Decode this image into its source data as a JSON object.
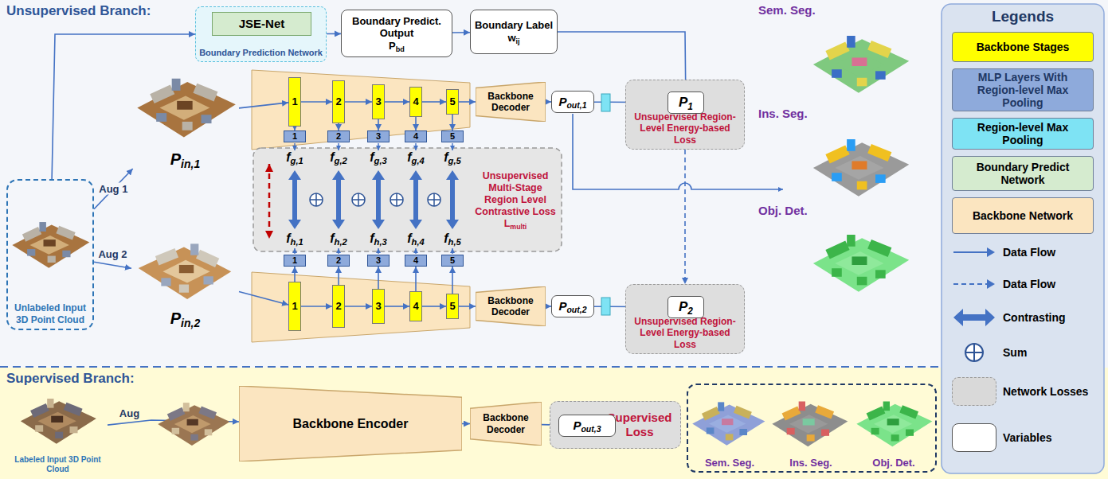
{
  "diagram": {
    "nodes": [
      {
        "text": [
          "Unlabeled Input 3D Point Cloud"
        ]
      },
      {
        "text": [
          "Boundary Prediction Network"
        ]
      },
      {
        "text": [
          "JSE-Net"
        ],
        "in": 1
      },
      {
        "text": [
          "Boundary Predict. Output",
          "Pbd"
        ]
      },
      {
        "text": [
          "Boundary Label",
          "wij"
        ]
      },
      {
        "text": [
          "Pin,1"
        ]
      },
      {
        "text": [
          "Pin,2"
        ]
      },
      {
        "text": [
          "1"
        ]
      },
      {
        "text": [
          "2"
        ]
      },
      {
        "text": [
          "3"
        ]
      },
      {
        "text": [
          "4"
        ]
      },
      {
        "text": [
          "5"
        ]
      },
      {
        "text": [
          "1"
        ]
      },
      {
        "text": [
          "2"
        ]
      },
      {
        "text": [
          "3"
        ]
      },
      {
        "text": [
          "4"
        ]
      },
      {
        "text": [
          "5"
        ]
      },
      {
        "text": [
          "Unsupervised Multi-Stage Region Level Contrastive Loss Lmulti"
        ]
      },
      {
        "text": [
          "1"
        ]
      },
      {
        "text": [
          "2"
        ]
      },
      {
        "text": [
          "3"
        ]
      },
      {
        "text": [
          "4"
        ]
      },
      {
        "text": [
          "5"
        ]
      },
      {
        "text": [
          "1"
        ]
      },
      {
        "text": [
          "2"
        ]
      },
      {
        "text": [
          "3"
        ]
      },
      {
        "text": [
          "4"
        ]
      },
      {
        "text": [
          "5"
        ]
      },
      {
        "text": [
          "Backbone Decoder"
        ]
      },
      {
        "text": [
          "Pout,1"
        ]
      },
      {
        "text": [
          "Unsupervised Region-Level Energy-based Loss"
        ]
      },
      {
        "text": [
          "P1"
        ],
        "in": 30
      },
      {
        "text": [
          "Backbone Decoder"
        ]
      },
      {
        "text": [
          "Pout,2"
        ]
      },
      {
        "text": [
          "Unsupervised Region-Level Energy-based Loss"
        ]
      },
      {
        "text": [
          "P2"
        ],
        "in": 34
      },
      {
        "text": [
          "Labeled Input 3D Point Cloud"
        ]
      },
      {
        "text": [
          "Backbone Encoder"
        ]
      },
      {
        "text": [
          "Backbone Decoder"
        ]
      },
      {
        "text": [
          "Supervised Loss"
        ]
      },
      {
        "text": [
          "Pout,3"
        ],
        "in": 39
      },
      {
        "text": [
          "Sem. Seg.",
          "Ins. Seg.",
          "Obj. Det."
        ]
      }
    ],
    "edges": [
      {
        "from": 0,
        "to": 1,
        "arrow": "to"
      },
      {
        "from": 1,
        "to": 3,
        "arrow": "to"
      },
      {
        "from": 3,
        "to": 4,
        "arrow": "to"
      },
      {
        "from": 4,
        "to": 31,
        "arrow": "to"
      },
      {
        "from": 0,
        "to": 5,
        "label": "Aug 1",
        "arrow": "to"
      },
      {
        "from": 0,
        "to": 6,
        "label": "Aug 2",
        "arrow": "to"
      },
      {
        "from": 5,
        "to": 7,
        "arrow": "to"
      },
      {
        "from": 7,
        "to": 8,
        "arrow": "to"
      },
      {
        "from": 8,
        "to": 9,
        "arrow": "to"
      },
      {
        "from": 9,
        "to": 10,
        "arrow": "to"
      },
      {
        "from": 10,
        "to": 11,
        "arrow": "to"
      },
      {
        "from": 7,
        "to": 12,
        "arrow": "to"
      },
      {
        "from": 8,
        "to": 13,
        "arrow": "to"
      },
      {
        "from": 9,
        "to": 14,
        "arrow": "to"
      },
      {
        "from": 10,
        "to": 15,
        "arrow": "to"
      },
      {
        "from": 11,
        "to": 16,
        "arrow": "to"
      },
      {
        "from": 11,
        "to": 28,
        "arrow": "to"
      },
      {
        "from": 28,
        "to": 29,
        "arrow": "to"
      },
      {
        "from": 29,
        "to": 31,
        "arrow": "to"
      },
      {
        "from": 30,
        "to": 34,
        "arrow": "to"
      },
      {
        "from": 6,
        "to": 23,
        "arrow": "to"
      },
      {
        "from": 23,
        "to": 24,
        "arrow": "to"
      },
      {
        "from": 24,
        "to": 25,
        "arrow": "to"
      },
      {
        "from": 25,
        "to": 26,
        "arrow": "to"
      },
      {
        "from": 26,
        "to": 27,
        "arrow": "to"
      },
      {
        "from": 23,
        "to": 18,
        "arrow": "to"
      },
      {
        "from": 24,
        "to": 19,
        "arrow": "to"
      },
      {
        "from": 25,
        "to": 20,
        "arrow": "to"
      },
      {
        "from": 26,
        "to": 21,
        "arrow": "to"
      },
      {
        "from": 27,
        "to": 22,
        "arrow": "to"
      },
      {
        "from": 27,
        "to": 32,
        "arrow": "to"
      },
      {
        "from": 32,
        "to": 33,
        "arrow": "to"
      },
      {
        "from": 33,
        "to": 35,
        "arrow": "to"
      },
      {
        "from": 36,
        "to": 37,
        "label": "Aug",
        "arrow": "to"
      },
      {
        "from": 37,
        "to": 38,
        "arrow": "to"
      },
      {
        "from": 38,
        "to": 40,
        "arrow": "to"
      }
    ],
    "labels": [
      "Unsupervised Branch:",
      "Legends",
      "fg,1",
      "fg,2",
      "fg,3",
      "fg,4",
      "fg,5",
      "fh,1",
      "fh,2",
      "fh,3",
      "fh,4",
      "fh,5",
      "Sem. Seg.",
      "Ins. Seg.",
      "Obj. Det.",
      "Supervised Branch:"
    ],
    "legend": [
      {
        "text": "Backbone Stages",
        "color": "#ffff00"
      },
      {
        "text": "MLP Layers With Region-level Max Pooling",
        "color": "#8eaadb"
      },
      {
        "text": "Region-level Max Pooling",
        "color": "#7ee3f4"
      },
      {
        "text": "Boundary Predict Network",
        "color": "#d5ebcf"
      },
      {
        "text": "Backbone Network",
        "color": "#fbe5c0"
      },
      {
        "text": "Data Flow"
      },
      {
        "text": "Data Flow"
      },
      {
        "text": "Contrasting"
      },
      {
        "text": "Sum"
      },
      {
        "text": "Network Losses",
        "color": "#d9d9d9"
      },
      {
        "text": "Variables",
        "color": "#ffffff"
      }
    ]
  }
}
